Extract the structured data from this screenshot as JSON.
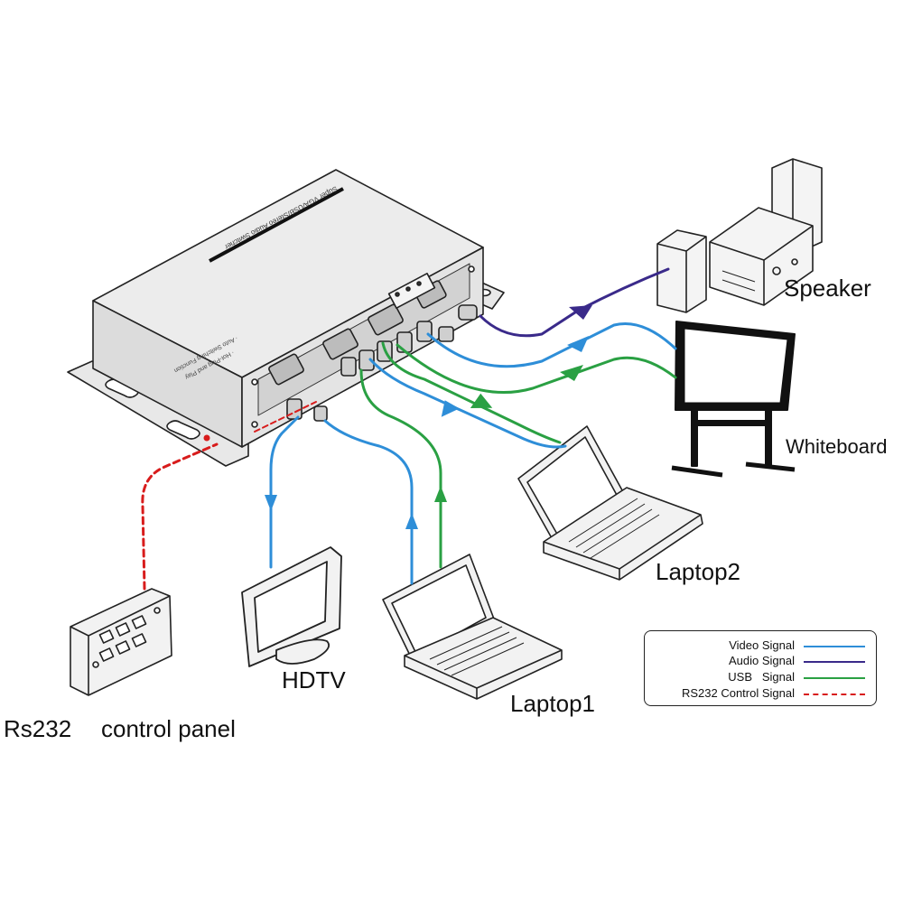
{
  "device": {
    "top_label": "Super VGA/USB/Stereo Audio Switcher"
  },
  "labels": {
    "speaker": "Speaker",
    "whiteboard": "Whiteboard",
    "laptop2": "Laptop2",
    "laptop1": "Laptop1",
    "hdtv": "HDTV",
    "rs232": "Rs232",
    "control_panel": "control panel"
  },
  "legend": {
    "items": [
      {
        "label": "Video Signal",
        "color": "#2e8ed8",
        "style": "solid"
      },
      {
        "label": "Audio Signal",
        "color": "#3a2a8a",
        "style": "solid"
      },
      {
        "label": "USB   Signal",
        "color": "#2aa043",
        "style": "solid"
      },
      {
        "label": "RS232 Control Signal",
        "color": "#d81c1c",
        "style": "dashed"
      }
    ]
  },
  "colors": {
    "video": "#2e8ed8",
    "audio": "#3a2a8a",
    "usb": "#2aa043",
    "rs232": "#d81c1c"
  }
}
